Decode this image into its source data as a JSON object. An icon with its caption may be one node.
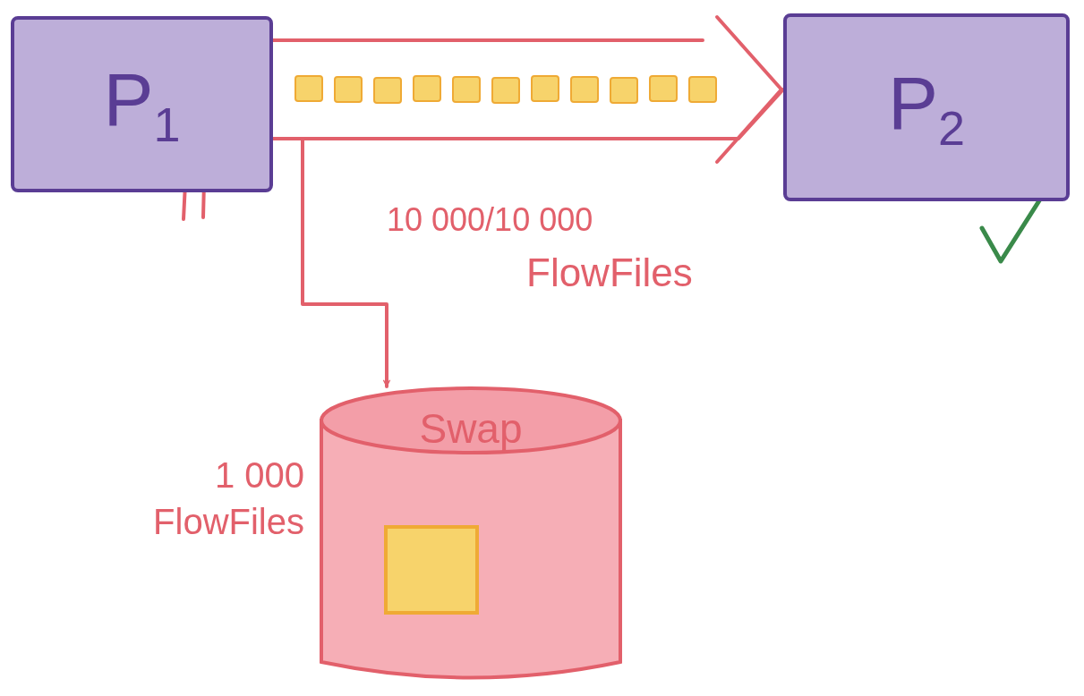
{
  "diagram": {
    "nodes": [
      {
        "text": [
          "P$_{1}$"
        ]
      },
      {
        "text": [
          "P$_{2}$"
        ]
      },
      {
        "text": [
          "Swap"
        ],
        "beside": [
          "1 000 FlowFiles"
        ]
      }
    ],
    "edges": [
      {
        "from": 0,
        "to": 1,
        "arrow": "to"
      },
      {
        "from": 0,
        "to": 2,
        "arrow": "to"
      }
    ],
    "labels": [
      "10 000/10 000",
      "FlowFiles"
    ]
  }
}
